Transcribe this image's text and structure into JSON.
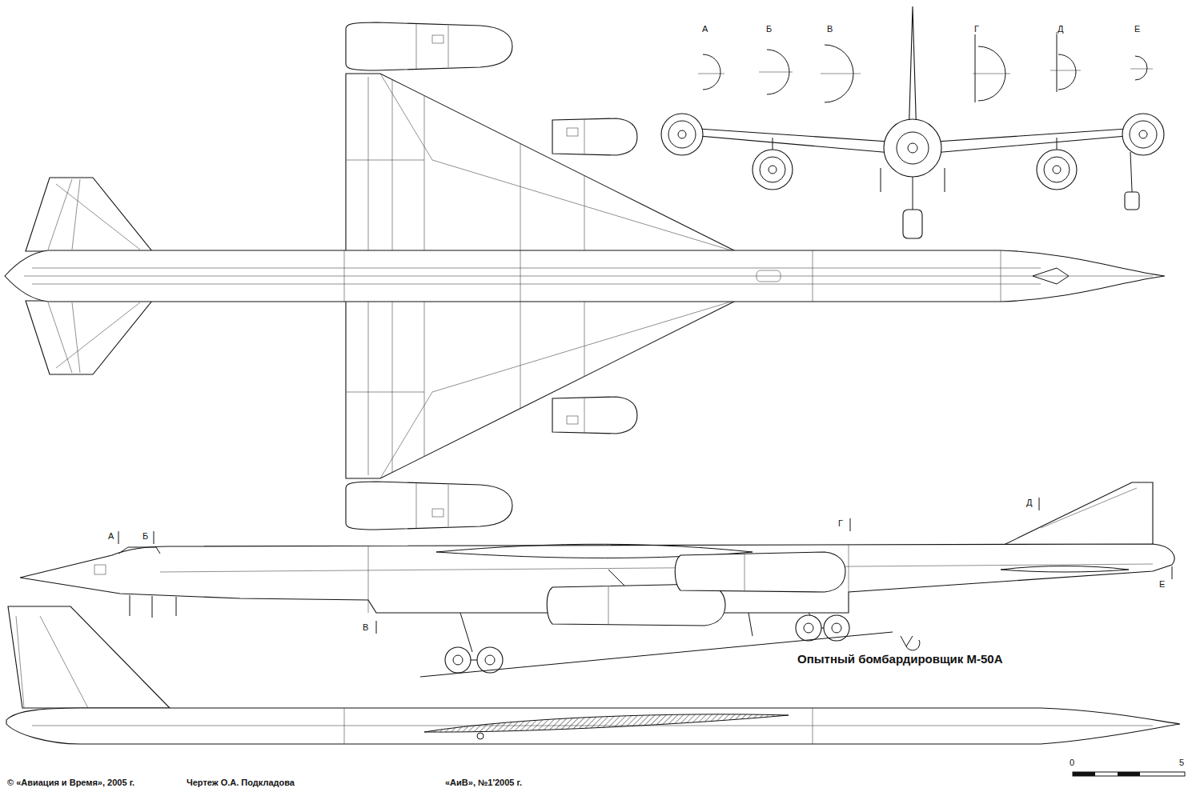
{
  "diagram": {
    "title": "Опытный бомбардировщик М-50А",
    "labels": [
      "А",
      "Б",
      "В",
      "Г",
      "Д",
      "Е",
      "А",
      "Б",
      "В",
      "Г",
      "Д",
      "Е",
      "© «Авиация и Время», 2005 г.",
      "Чертеж О.А. Подкладова",
      "«АиВ», №1'2005 г.",
      "0",
      "5"
    ]
  }
}
